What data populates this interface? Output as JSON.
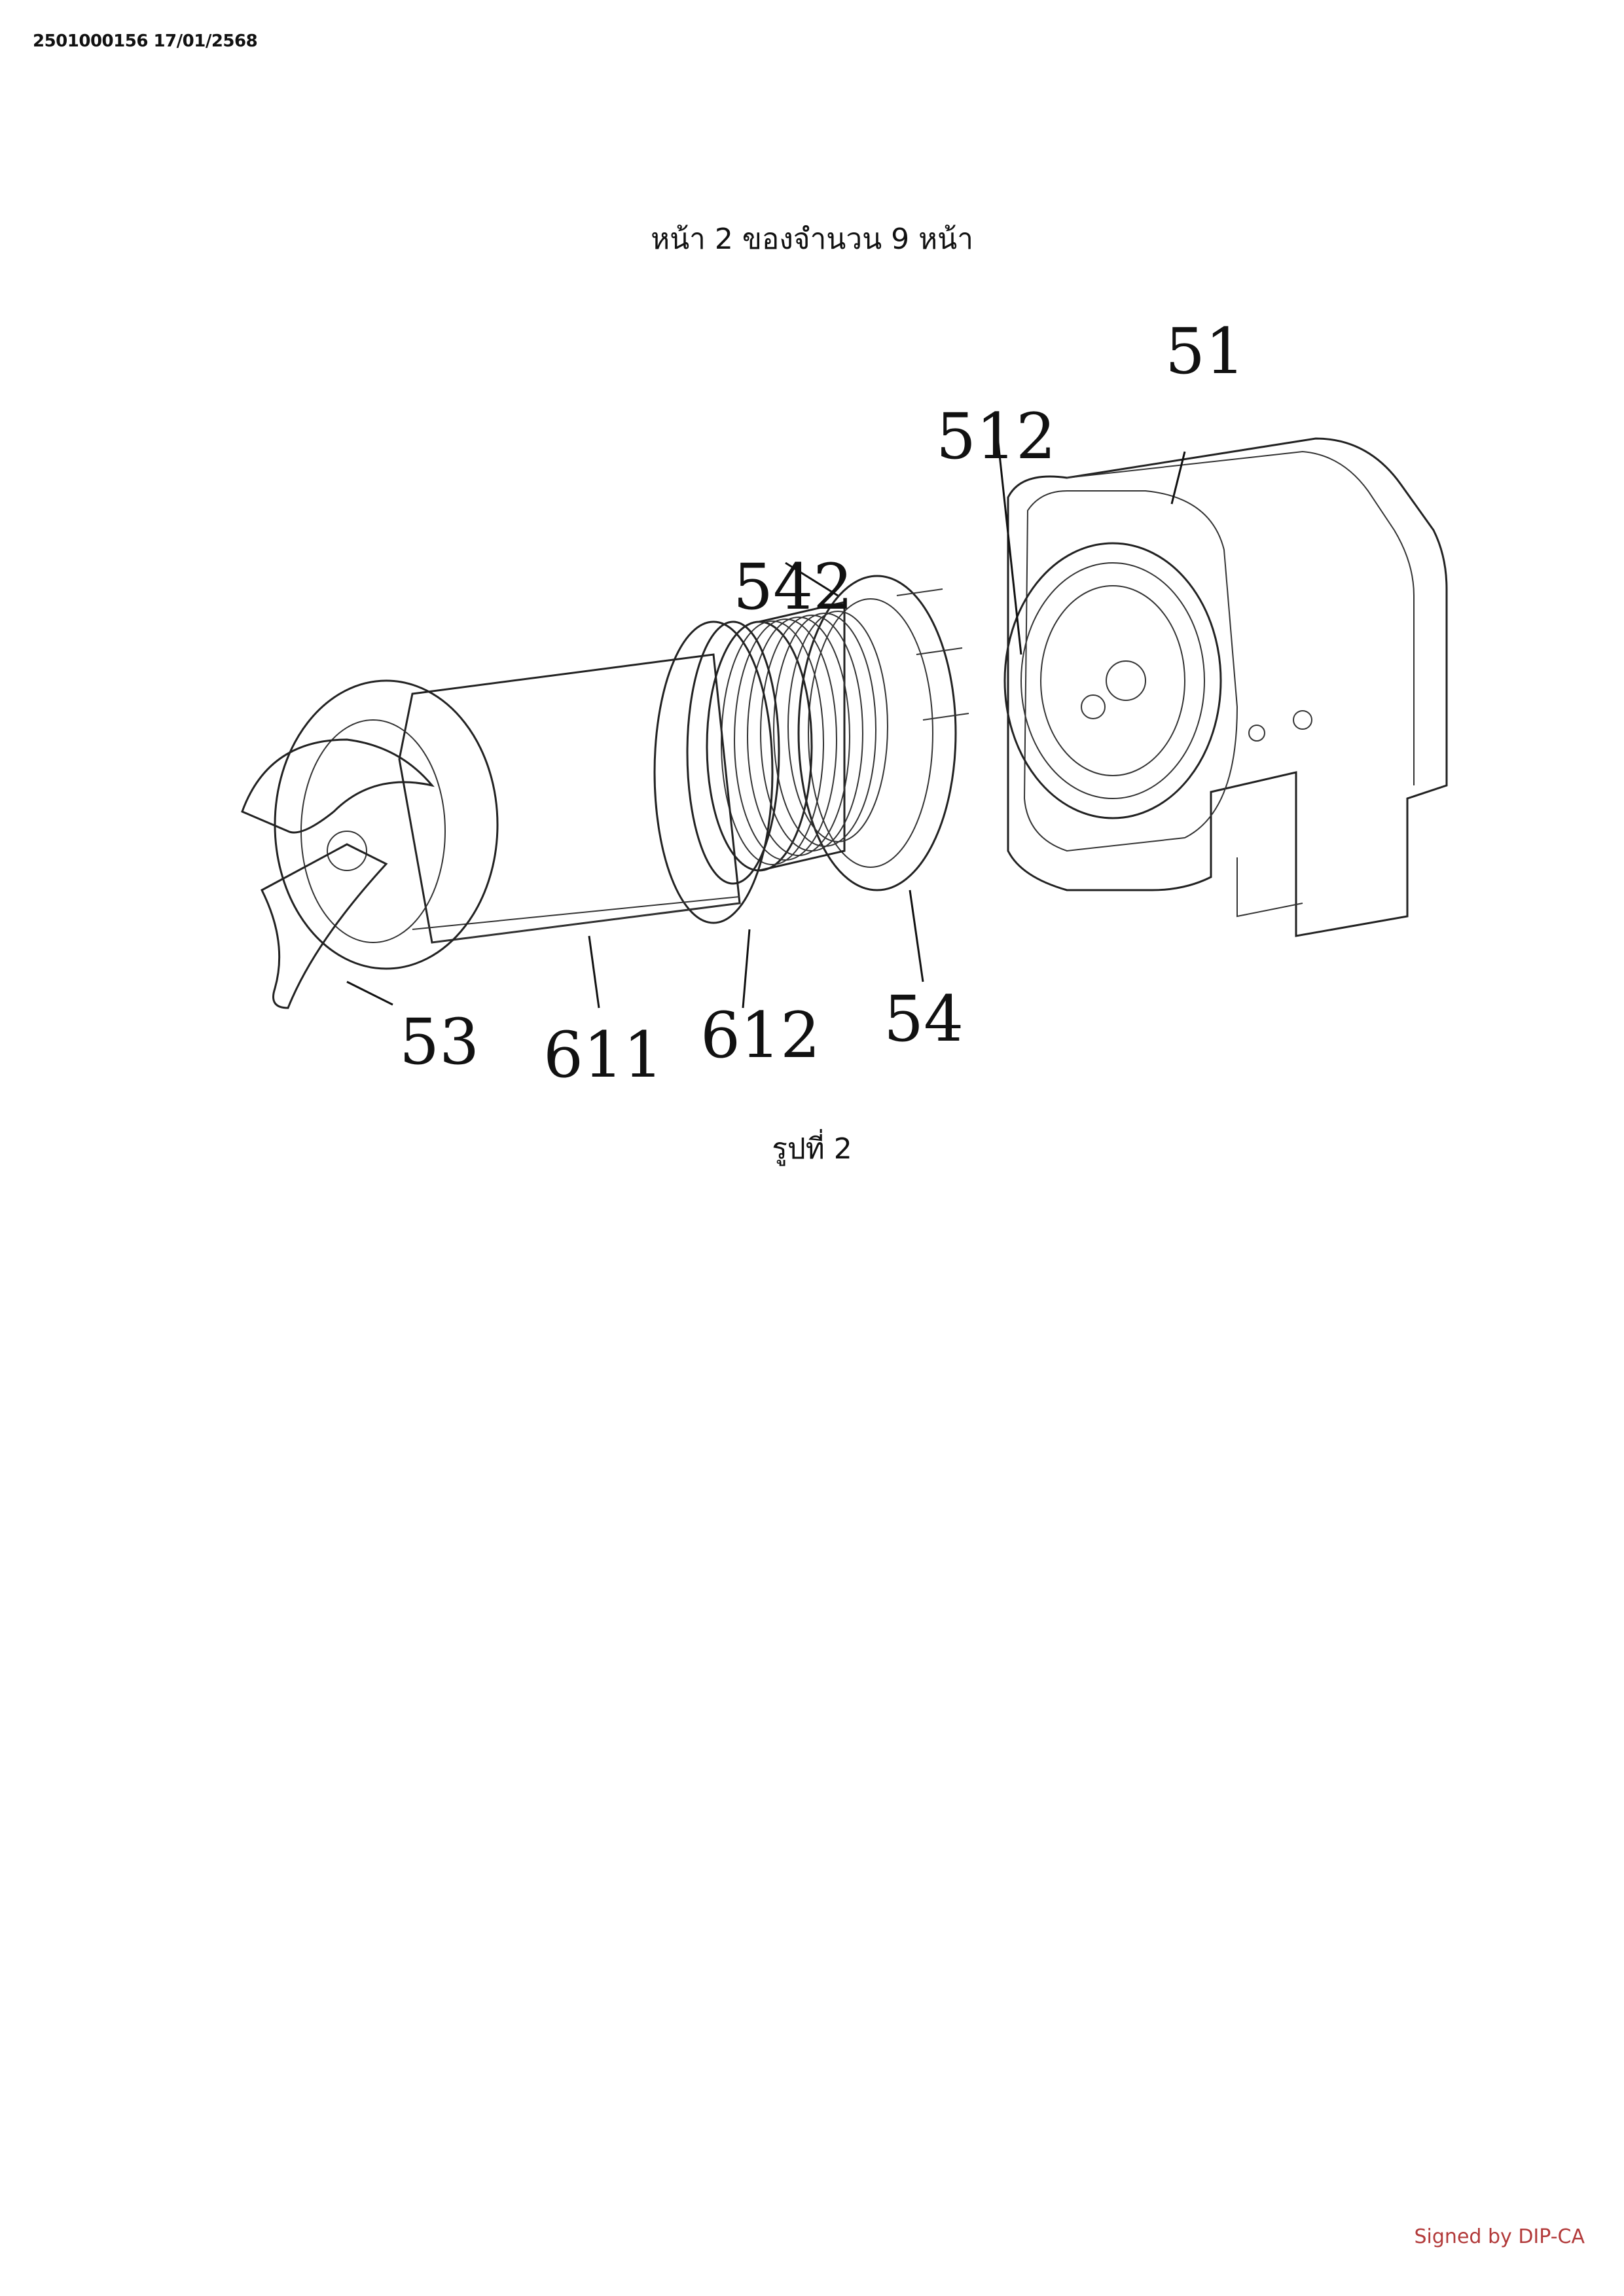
{
  "header": {
    "doc_id": "2501000156 17/01/2568",
    "page_indicator": "หน้า 2 ของจำนวน 9 หน้า"
  },
  "figure": {
    "caption": "รูปที่ 2",
    "labels": {
      "l51": "51",
      "l512": "512",
      "l542": "542",
      "l53": "53",
      "l611": "611",
      "l612": "612",
      "l54": "54"
    }
  },
  "footer": {
    "signature": "Signed by DIP-CA"
  }
}
